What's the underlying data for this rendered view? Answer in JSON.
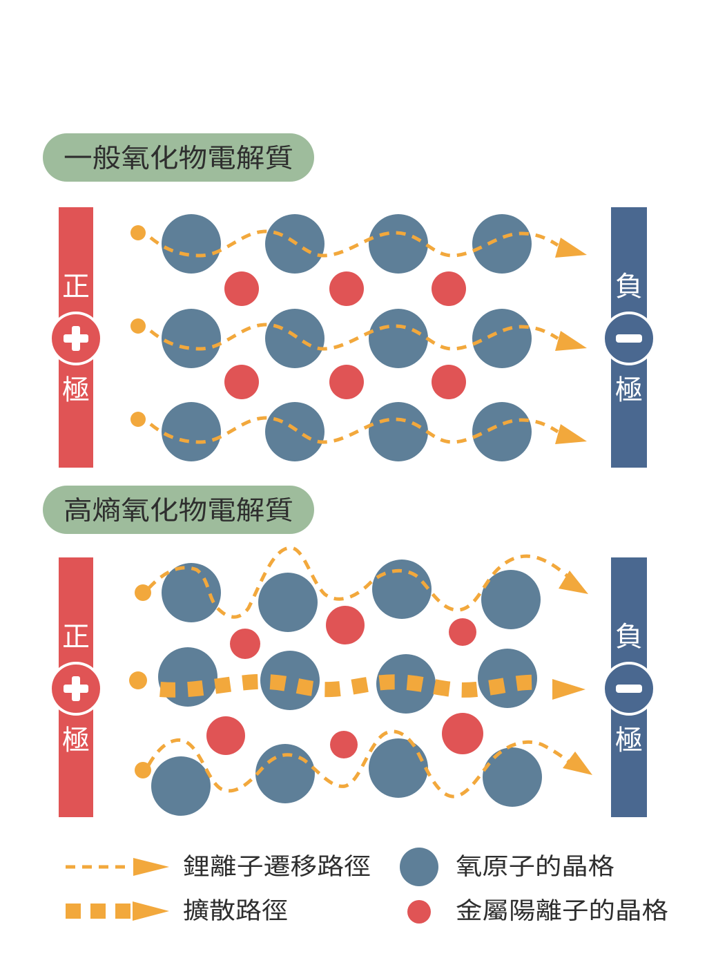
{
  "panels": [
    {
      "title": "一般氧化物電解質",
      "positive_electrode": {
        "upper_label": "正",
        "lower_label": "極",
        "icon": "plus-icon"
      },
      "negative_electrode": {
        "upper_label": "負",
        "lower_label": "極",
        "icon": "minus-icon"
      }
    },
    {
      "title": "高熵氧化物電解質",
      "positive_electrode": {
        "upper_label": "正",
        "lower_label": "極",
        "icon": "plus-icon"
      },
      "negative_electrode": {
        "upper_label": "負",
        "lower_label": "極",
        "icon": "minus-icon"
      }
    }
  ],
  "legend": [
    {
      "label": "鋰離子遷移路徑",
      "icon": "dashed-arrow-icon"
    },
    {
      "label": "擴散路徑",
      "icon": "thick-dashed-arrow-icon"
    },
    {
      "label": "氧原子的晶格",
      "icon": "large-gray-circle-icon"
    },
    {
      "label": "金屬陽離子的晶格",
      "icon": "small-red-circle-icon"
    }
  ],
  "colors": {
    "positive": "#e05455",
    "negative": "#4a6890",
    "oxygen": "#5e7f98",
    "cation": "#e05455",
    "path": "#f2a83c",
    "pill": "#9ebc9c",
    "ink": "#2e2e2e"
  }
}
